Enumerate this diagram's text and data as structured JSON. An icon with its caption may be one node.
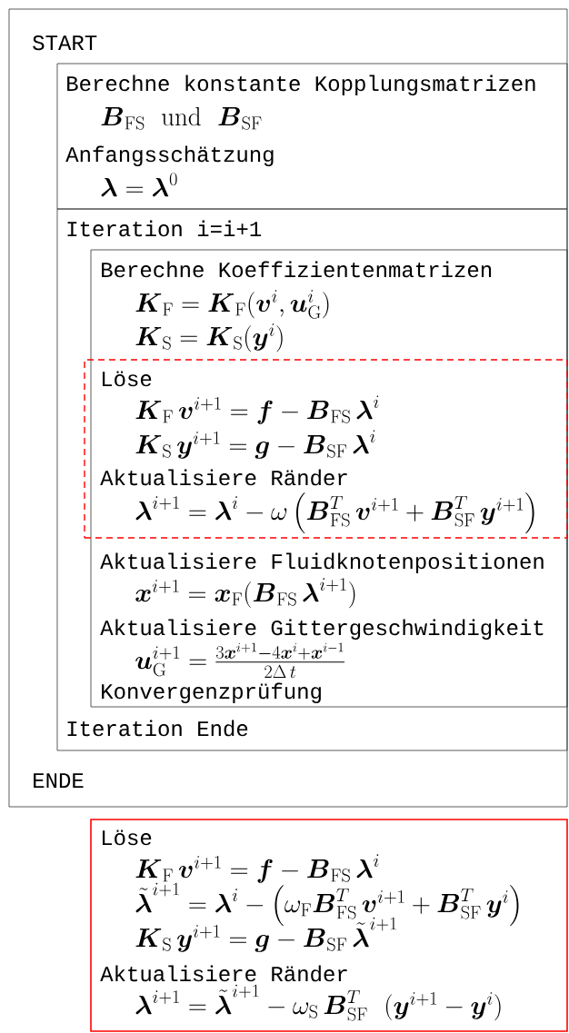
{
  "diagram": {
    "nodes": [
      {
        "text": [
          "START",
          "ENDE"
        ]
      },
      {
        "text": [
          "Berechne konstante Kopplungsmatrizen",
          "\\boldsymbol{B}_{\\mathrm{FS}} \\ \\mathrm{und}\\  \\boldsymbol{B}_{\\mathrm{SF}}",
          "Anfangsschätzung",
          "\\boldsymbol{\\lambda} = \\boldsymbol{\\lambda}^0"
        ],
        "in": 0
      },
      {
        "text": [
          "Iteration i=i+1",
          "Iteration Ende"
        ],
        "in": 0
      },
      {
        "text": [
          "Berechne Koeffizientenmatrizen",
          "\\boldsymbol{K}_{\\mathrm{F}} = \\boldsymbol{K}_{\\mathrm{F}}(\\boldsymbol{v}^i, \\boldsymbol{u}_{\\mathrm{G}}^i)",
          "\\boldsymbol{K}_{\\mathrm{S}} = \\boldsymbol{K}_{\\mathrm{S}}(\\boldsymbol{y}^i)",
          "Aktualisiere Fluidknotenpositionen",
          "\\boldsymbol{x}^{i+1} = \\boldsymbol{x}_{\\mathrm{F}}(\\boldsymbol{B}_{\\mathrm{FS}}\\,\\boldsymbol{\\lambda}^{i+1})",
          "Aktualisiere Gittergeschwindigkeit",
          "\\boldsymbol{u}_{\\mathrm{G}}^{i+1} = \\frac{3\\boldsymbol{x}^{i+1} - 4\\boldsymbol{x}^{i} + \\boldsymbol{x}^{i-1}}{2\\Delta\\, t}",
          "Konvergenzprüfung"
        ],
        "in": 2
      },
      {
        "text": [
          "Löse",
          "\\boldsymbol{K}_{\\mathrm{F}}\\,\\boldsymbol{v}^{i+1} = \\boldsymbol{f} - \\boldsymbol{B}_{\\mathrm{FS}}\\,\\boldsymbol{\\lambda}^i",
          "\\boldsymbol{K}_{\\mathrm{S}}\\,\\boldsymbol{y}^{i+1} = \\boldsymbol{g} - \\boldsymbol{B}_{\\mathrm{SF}}\\,\\boldsymbol{\\lambda}^i",
          "Aktualisiere Ränder",
          "\\boldsymbol{\\lambda}^{i+1} = \\boldsymbol{\\lambda}^i - \\omega\\left(\\boldsymbol{B}_{\\mathrm{FS}}^T\\,\\boldsymbol{v}^{i+1} + \\boldsymbol{B}_{\\mathrm{SF}}^T\\,\\boldsymbol{y}^{i+1}\\right)"
        ],
        "in": 3
      },
      {
        "text": [
          "Löse",
          "\\boldsymbol{K}_{\\mathrm{F}}\\,\\boldsymbol{v}^{i+1} = \\boldsymbol{f} - \\boldsymbol{B}_{\\mathrm{FS}}\\,\\boldsymbol{\\lambda}^i",
          "\\tilde{\\boldsymbol{\\lambda}}^{i+1} = \\boldsymbol{\\lambda}^i - \\left(\\omega_{\\mathrm{F}}\\boldsymbol{B}_{\\mathrm{FS}}^T\\,\\boldsymbol{v}^{i+1} + \\boldsymbol{B}_{\\mathrm{SF}}^T\\,\\boldsymbol{y}^{i}\\right)",
          "\\boldsymbol{K}_{\\mathrm{S}}\\,\\boldsymbol{y}^{i+1} = \\boldsymbol{g} - \\boldsymbol{B}_{\\mathrm{SF}}\\,\\tilde{\\boldsymbol{\\lambda}}^{i+1}",
          "Aktualisiere Ränder",
          "\\boldsymbol{\\lambda}^{i+1} = \\tilde{\\boldsymbol{\\lambda}}^{i+1} - \\omega_{\\mathrm{S}}\\,\\boldsymbol{B}_{\\mathrm{SF}}^T\\ (\\boldsymbol{y}^{i+1} - \\boldsymbol{y}^i)"
        ]
      }
    ]
  }
}
